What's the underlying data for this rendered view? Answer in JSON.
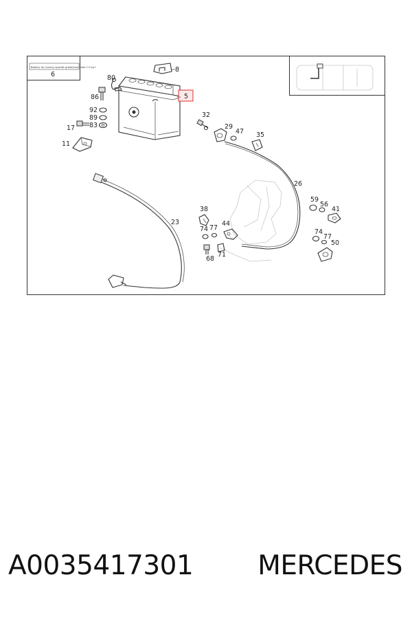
{
  "inset_box": {
    "note": "Battery for country specific grade/cars class 1.2 kg+",
    "number": "6"
  },
  "callouts": {
    "c80": "80",
    "c8": "8",
    "c86": "86",
    "c5": "5",
    "c92": "92",
    "c89": "89",
    "c83": "83",
    "c17": "17",
    "c11": "11",
    "c32": "32",
    "c29": "29",
    "c47": "47",
    "c35": "35",
    "c26": "26",
    "c23": "23",
    "c38": "38",
    "c74a": "74",
    "c77a": "77",
    "c44": "44",
    "c68": "68",
    "c71": "71",
    "c59": "59",
    "c56": "56",
    "c41": "41",
    "c74b": "74",
    "c77b": "77",
    "c50": "50"
  },
  "highlight": {
    "color": "#e03030"
  },
  "footer": {
    "part_number": "A0035417301",
    "brand": "MERCEDES"
  }
}
